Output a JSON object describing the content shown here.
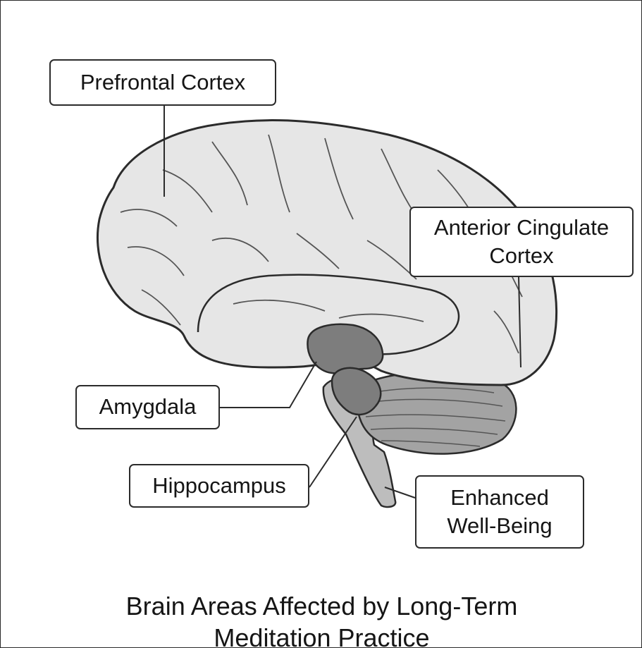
{
  "labels": {
    "prefrontal": {
      "line1": "Prefrontal Cortex"
    },
    "anterior_cingulate": {
      "line1": "Anterior Cingulate",
      "line2": "Cortex"
    },
    "amygdala": {
      "line1": "Amygdala"
    },
    "hippocampus": {
      "line1": "Hippocampus"
    },
    "well_being": {
      "line1": "Enhanced",
      "line2": "Well-Being"
    }
  },
  "title": {
    "line1": "Brain Areas Affected by Long-Term",
    "line2": "Meditation Practice"
  },
  "colors": {
    "cerebrum": "#e6e6e6",
    "outline": "#2b2b2b",
    "highlight": "#7d7d7d",
    "brainstem": "#bdbdbd",
    "cerebellum": "#a3a3a3"
  }
}
